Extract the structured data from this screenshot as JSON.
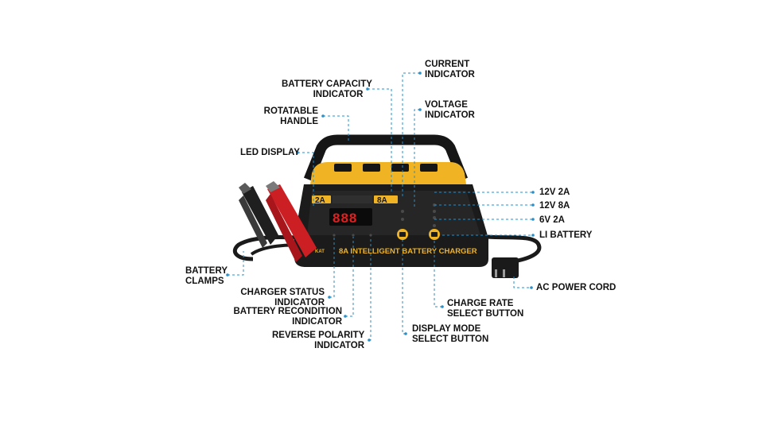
{
  "product": {
    "title": "8A INTELLIGENT BATTERY CHARGER",
    "rate_low": "2A",
    "rate_high": "8A",
    "display_digits": "888",
    "brand": "KAT"
  },
  "callouts": {
    "current_indicator": [
      "CURRENT",
      "INDICATOR"
    ],
    "battery_capacity_indicator": [
      "BATTERY CAPACITY",
      "INDICATOR"
    ],
    "voltage_indicator": [
      "VOLTAGE",
      "INDICATOR"
    ],
    "rotatable_handle": [
      "ROTATABLE",
      "HANDLE"
    ],
    "led_display": [
      "LED DISPLAY"
    ],
    "mode_12v_2a": [
      "12V 2A"
    ],
    "mode_12v_8a": [
      "12V 8A"
    ],
    "mode_6v_2a": [
      "6V 2A"
    ],
    "li_battery": [
      "LI BATTERY"
    ],
    "battery_clamps": [
      "BATTERY",
      "CLAMPS"
    ],
    "ac_power_cord": [
      "AC POWER CORD"
    ],
    "charger_status_indicator": [
      "CHARGER STATUS",
      "INDICATOR"
    ],
    "battery_recondition_indicator": [
      "BATTERY RECONDITION",
      "INDICATOR"
    ],
    "charge_rate_select_button": [
      "CHARGE RATE",
      "SELECT BUTTON"
    ],
    "reverse_polarity_indicator": [
      "REVERSE POLARITY",
      "INDICATOR"
    ],
    "display_mode_select_button": [
      "DISPLAY MODE",
      "SELECT BUTTON"
    ]
  },
  "colors": {
    "leader": "#2a8fc9",
    "body": "#1b1b1b",
    "yellow": "#f0b323",
    "red_clamp": "#cc1f24",
    "led": "#e02020"
  }
}
